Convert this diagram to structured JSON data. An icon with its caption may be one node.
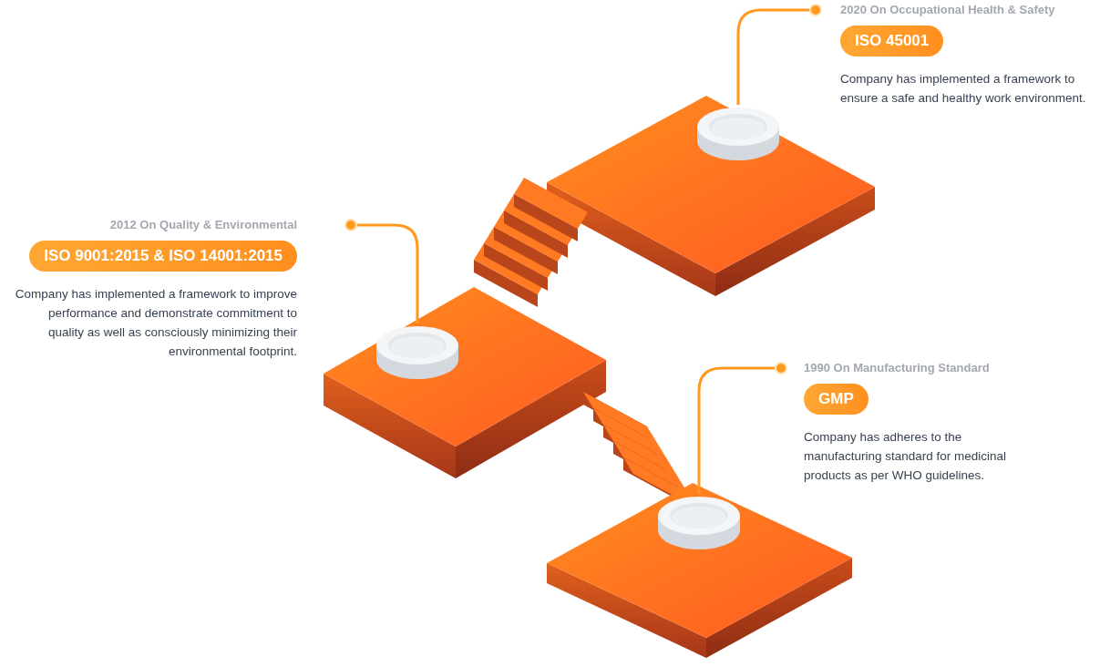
{
  "diagram": {
    "nodes": [
      {
        "text": [
          "2020 On Occupational Health & Safety",
          "ISO 45001",
          "Company has implemented a framework to ensure a safe and healthy work environment."
        ]
      },
      {
        "text": [],
        "shape": "cylinder"
      },
      {
        "text": [
          "2012 On Quality & Environmental",
          "ISO 9001:2015 & ISO 14001:2015",
          "Company has implemented a framework to improve performance and demonstrate commitment to quality as well as consciously minimizing their environmental footprint."
        ]
      },
      {
        "text": [],
        "shape": "cylinder"
      },
      {
        "text": [
          "1990 On Manufacturing Standard",
          "GMP",
          "Company has adheres to the manufacturing standard for medicinal products as per WHO guidelines."
        ]
      },
      {
        "text": [],
        "shape": "cylinder"
      }
    ],
    "edges": [
      {
        "from": 0,
        "to": 1,
        "arrow": "other"
      },
      {
        "from": 2,
        "to": 3,
        "arrow": "other"
      },
      {
        "from": 4,
        "to": 5,
        "arrow": "other"
      }
    ]
  }
}
